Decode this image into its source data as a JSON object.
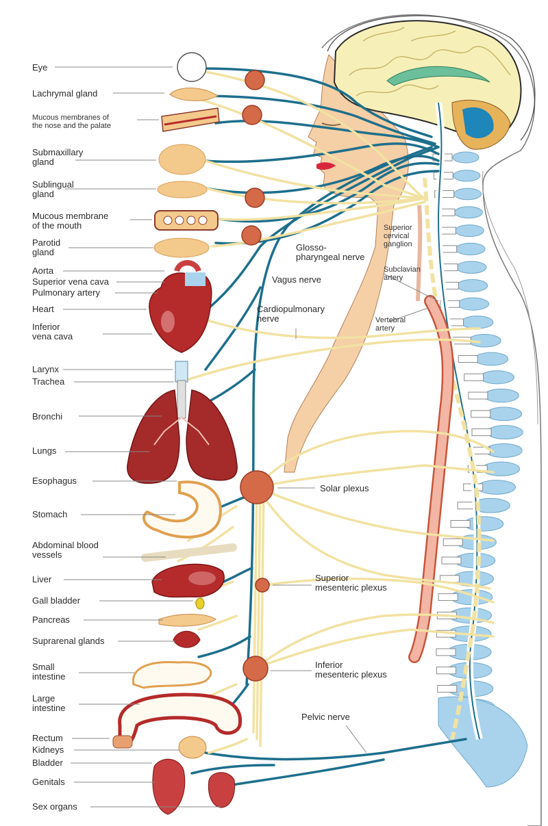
{
  "left_labels": [
    {
      "id": "eye",
      "text": "Eye"
    },
    {
      "id": "lachrymal-gland",
      "text": "Lachrymal gland"
    },
    {
      "id": "mucous-nose",
      "text": "Mucous membranes of\nthe nose and the palate"
    },
    {
      "id": "submaxillary",
      "text": "Submaxillary\ngland"
    },
    {
      "id": "sublingual",
      "text": "Sublingual\ngland"
    },
    {
      "id": "mucous-mouth",
      "text": "Mucous membrane\nof the mouth"
    },
    {
      "id": "parotid",
      "text": "Parotid\ngland"
    },
    {
      "id": "aorta",
      "text": "Aorta"
    },
    {
      "id": "superior-vena-cava",
      "text": "Superior vena cava"
    },
    {
      "id": "pulmonary-artery",
      "text": "Pulmonary artery"
    },
    {
      "id": "heart",
      "text": "Heart"
    },
    {
      "id": "inferior-vena-cava",
      "text": "Inferior\nvena cava"
    },
    {
      "id": "larynx",
      "text": "Larynx"
    },
    {
      "id": "trachea",
      "text": "Trachea"
    },
    {
      "id": "bronchi",
      "text": "Bronchi"
    },
    {
      "id": "lungs",
      "text": "Lungs"
    },
    {
      "id": "esophagus",
      "text": "Esophagus"
    },
    {
      "id": "stomach",
      "text": "Stomach"
    },
    {
      "id": "abdominal-vessels",
      "text": "Abdominal blood\nvessels"
    },
    {
      "id": "liver",
      "text": "Liver"
    },
    {
      "id": "gall-bladder",
      "text": "Gall bladder"
    },
    {
      "id": "pancreas",
      "text": "Pancreas"
    },
    {
      "id": "suprarenal",
      "text": "Suprarenal glands"
    },
    {
      "id": "small-intestine",
      "text": "Small\nintestine"
    },
    {
      "id": "large-intestine",
      "text": "Large\nintestine"
    },
    {
      "id": "rectum",
      "text": "Rectum"
    },
    {
      "id": "kidneys",
      "text": "Kidneys"
    },
    {
      "id": "bladder",
      "text": "Bladder"
    },
    {
      "id": "genitals",
      "text": "Genitals"
    },
    {
      "id": "sex-organs",
      "text": "Sex organs"
    }
  ],
  "right_labels": [
    {
      "id": "superior-cervical-ganglion",
      "text": "Superior\ncervical\nganglion"
    },
    {
      "id": "glossopharyngeal-nerve",
      "text": "Glosso-\npharyngeal nerve"
    },
    {
      "id": "subclavian-artery",
      "text": "Subclavian\nartery"
    },
    {
      "id": "vagus-nerve",
      "text": "Vagus nerve"
    },
    {
      "id": "cardiopulmonary-nerve",
      "text": "Cardiopulmonary\nnerve"
    },
    {
      "id": "vertebral-artery",
      "text": "Vertebral\nartery"
    },
    {
      "id": "solar-plexus",
      "text": "Solar plexus"
    },
    {
      "id": "superior-mesenteric-plexus",
      "text": "Superior\nmesenteric plexus"
    },
    {
      "id": "inferior-mesenteric-plexus",
      "text": "Inferior\nmesenteric plexus"
    },
    {
      "id": "pelvic-nerve",
      "text": "Pelvic nerve"
    }
  ],
  "colors": {
    "nerve_blue": "#1d6f8c",
    "nerve_yellow": "#f2e2a2",
    "ganglion": "#d46a48",
    "organ_red": "#b52a2a",
    "spine_blue": "#a9d3ec",
    "skin": "#f5cfa6",
    "brain": "#f6efb8"
  }
}
